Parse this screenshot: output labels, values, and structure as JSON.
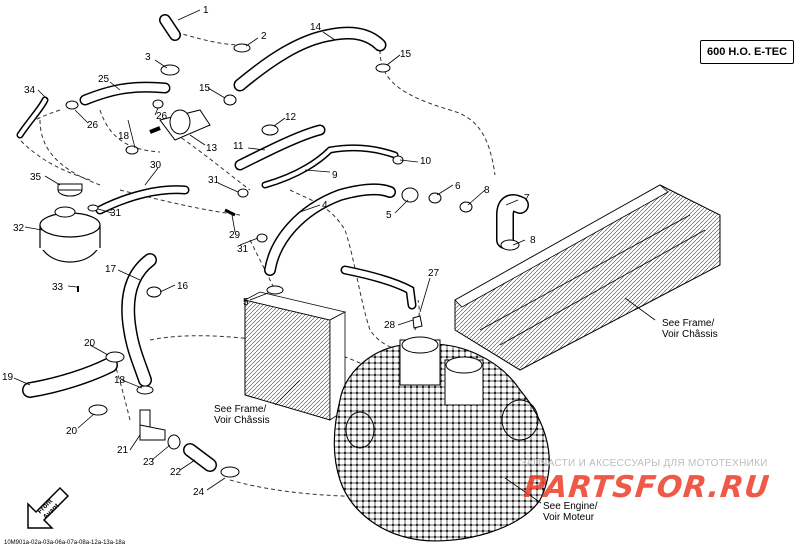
{
  "model_label": "600 H.O. E-TEC",
  "doc_id": "10M901a-02a-03a-06a-07a-08a-12a-13a-18a",
  "front_label": [
    "Front",
    "Avant"
  ],
  "notes": {
    "frame_right": [
      "See Frame/",
      "Voir Châssis"
    ],
    "frame_left": [
      "See Frame/",
      "Voir Châssis"
    ],
    "engine": [
      "See Engine/",
      "Voir Moteur"
    ]
  },
  "watermark": {
    "line1": "ЗАПЧАСТИ И АКСЕССУАРЫ ДЛЯ МОТОТЕХНИКИ",
    "line2": "PARTSFOR.RU"
  },
  "callouts": [
    "1",
    "2",
    "3",
    "4",
    "5",
    "5",
    "6",
    "7",
    "8",
    "8",
    "9",
    "10",
    "11",
    "12",
    "13",
    "14",
    "15",
    "15",
    "16",
    "17",
    "18",
    "18",
    "19",
    "20",
    "20",
    "21",
    "22",
    "23",
    "24",
    "25",
    "26",
    "26",
    "27",
    "28",
    "29",
    "30",
    "31",
    "31",
    "31",
    "32",
    "33",
    "34",
    "35"
  ],
  "colors": {
    "line": "#000000",
    "dashed": "#333333",
    "watermark_red": "#eb3c28",
    "watermark_gray": "#bdbdbd"
  }
}
